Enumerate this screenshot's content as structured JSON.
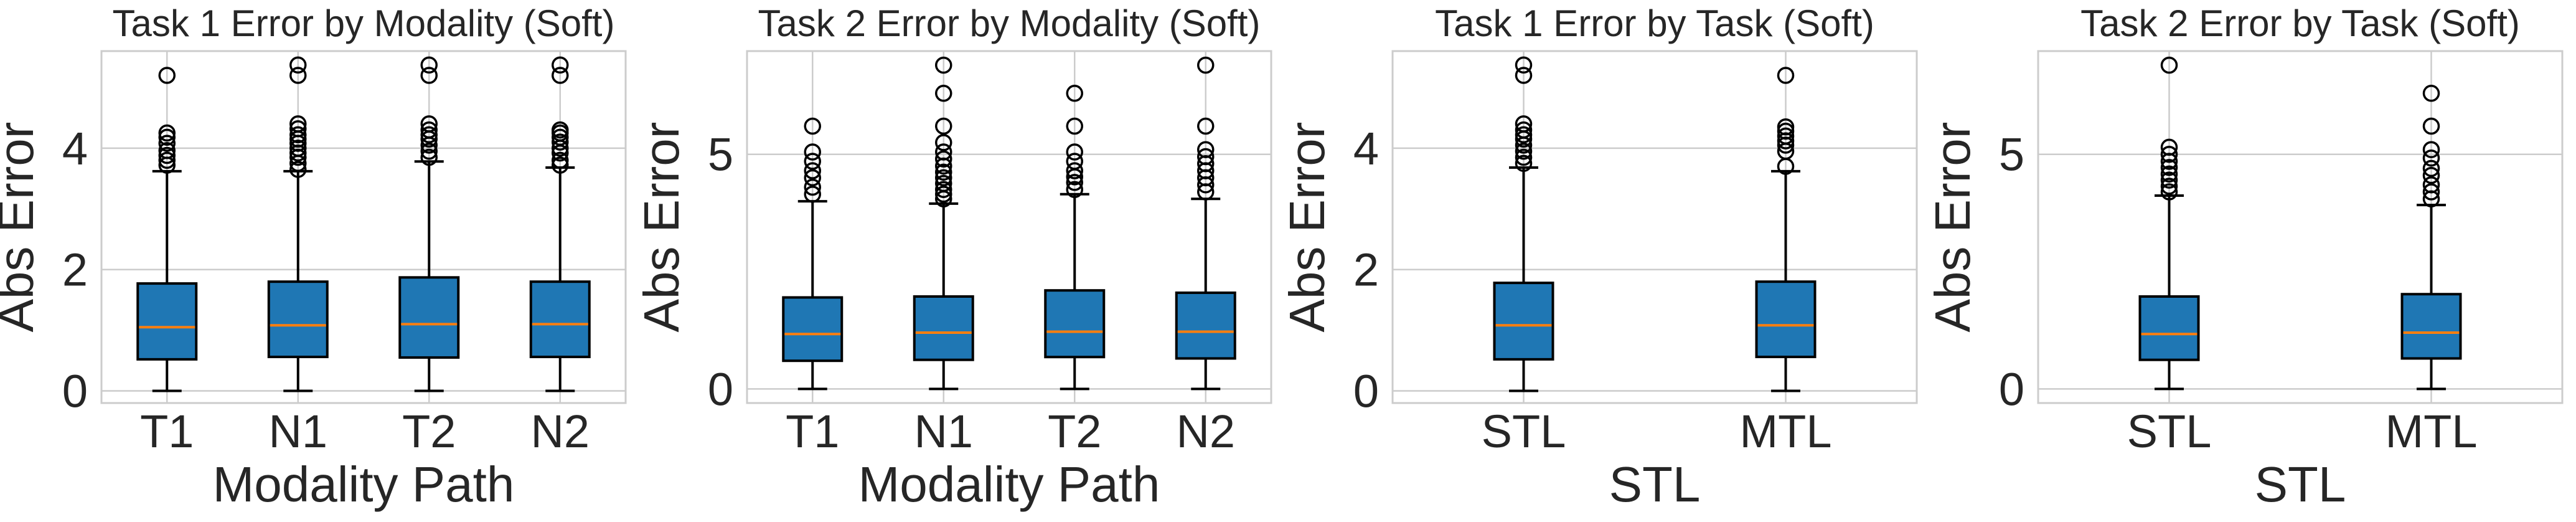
{
  "chart_data": [
    {
      "type": "box",
      "title": "Task 1 Error by Modality (Soft)",
      "xlabel": "Modality Path",
      "ylabel": "Abs Error",
      "ylim": [
        -0.2,
        5.6
      ],
      "yticks": [
        0,
        2,
        4
      ],
      "grid": true,
      "categories": [
        "T1",
        "N1",
        "T2",
        "N2"
      ],
      "boxes": [
        {
          "label": "T1",
          "whislo": 0.0,
          "q1": 0.52,
          "median": 1.05,
          "q3": 1.77,
          "whishi": 3.62,
          "fliers": [
            3.72,
            3.8,
            3.88,
            3.96,
            4.08,
            4.18,
            4.25,
            5.2
          ]
        },
        {
          "label": "N1",
          "whislo": 0.0,
          "q1": 0.56,
          "median": 1.08,
          "q3": 1.8,
          "whishi": 3.62,
          "fliers": [
            3.65,
            3.75,
            3.85,
            3.92,
            4.0,
            4.08,
            4.15,
            4.22,
            4.32,
            4.4,
            5.2,
            5.37
          ]
        },
        {
          "label": "T2",
          "whislo": 0.0,
          "q1": 0.55,
          "median": 1.1,
          "q3": 1.87,
          "whishi": 3.78,
          "fliers": [
            3.85,
            3.95,
            4.05,
            4.15,
            4.22,
            4.3,
            4.4,
            5.2,
            5.37
          ]
        },
        {
          "label": "N2",
          "whislo": 0.0,
          "q1": 0.56,
          "median": 1.1,
          "q3": 1.8,
          "whishi": 3.68,
          "fliers": [
            3.72,
            3.8,
            3.92,
            4.0,
            4.1,
            4.18,
            4.25,
            4.3,
            5.2,
            5.37
          ]
        }
      ]
    },
    {
      "type": "box",
      "title": "Task 2 Error by Modality (Soft)",
      "xlabel": "Modality Path",
      "ylabel": "Abs Error",
      "ylim": [
        -0.3,
        7.2
      ],
      "yticks": [
        0,
        5
      ],
      "grid": true,
      "categories": [
        "T1",
        "N1",
        "T2",
        "N2"
      ],
      "boxes": [
        {
          "label": "T1",
          "whislo": 0.0,
          "q1": 0.6,
          "median": 1.17,
          "q3": 1.95,
          "whishi": 4.0,
          "fliers": [
            4.15,
            4.3,
            4.5,
            4.65,
            4.85,
            5.05,
            5.6
          ]
        },
        {
          "label": "N1",
          "whislo": 0.0,
          "q1": 0.62,
          "median": 1.2,
          "q3": 1.97,
          "whishi": 3.95,
          "fliers": [
            4.05,
            4.15,
            4.25,
            4.38,
            4.5,
            4.62,
            4.75,
            4.9,
            5.05,
            5.25,
            5.6,
            6.3,
            6.9
          ]
        },
        {
          "label": "T2",
          "whislo": 0.0,
          "q1": 0.68,
          "median": 1.22,
          "q3": 2.1,
          "whishi": 4.15,
          "fliers": [
            4.25,
            4.4,
            4.52,
            4.65,
            4.85,
            5.05,
            5.6,
            6.3
          ]
        },
        {
          "label": "N2",
          "whislo": 0.0,
          "q1": 0.65,
          "median": 1.22,
          "q3": 2.05,
          "whishi": 4.05,
          "fliers": [
            4.2,
            4.35,
            4.5,
            4.65,
            4.8,
            4.95,
            5.1,
            5.6,
            6.9
          ]
        }
      ]
    },
    {
      "type": "box",
      "title": "Task 1 Error by Task (Soft)",
      "xlabel": "STL",
      "ylabel": "Abs Error",
      "ylim": [
        -0.2,
        5.6
      ],
      "yticks": [
        0,
        2,
        4
      ],
      "grid": true,
      "categories": [
        "STL",
        "MTL"
      ],
      "boxes": [
        {
          "label": "STL",
          "whislo": 0.0,
          "q1": 0.52,
          "median": 1.08,
          "q3": 1.78,
          "whishi": 3.68,
          "fliers": [
            3.75,
            3.85,
            3.95,
            4.05,
            4.15,
            4.22,
            4.3,
            4.4,
            5.2,
            5.37
          ]
        },
        {
          "label": "MTL",
          "whislo": 0.0,
          "q1": 0.56,
          "median": 1.08,
          "q3": 1.8,
          "whishi": 3.62,
          "fliers": [
            3.7,
            3.95,
            4.05,
            4.12,
            4.2,
            4.28,
            4.35,
            5.2
          ]
        }
      ]
    },
    {
      "type": "box",
      "title": "Task 2 Error by Task (Soft)",
      "xlabel": "STL",
      "ylabel": "Abs Error",
      "ylim": [
        -0.3,
        7.2
      ],
      "yticks": [
        0,
        5
      ],
      "grid": true,
      "categories": [
        "STL",
        "MTL"
      ],
      "boxes": [
        {
          "label": "STL",
          "whislo": 0.0,
          "q1": 0.62,
          "median": 1.17,
          "q3": 1.97,
          "whishi": 4.12,
          "fliers": [
            4.2,
            4.32,
            4.45,
            4.58,
            4.72,
            4.85,
            5.0,
            5.15,
            6.9
          ]
        },
        {
          "label": "MTL",
          "whislo": 0.0,
          "q1": 0.65,
          "median": 1.2,
          "q3": 2.02,
          "whishi": 3.92,
          "fliers": [
            4.05,
            4.2,
            4.35,
            4.55,
            4.7,
            4.92,
            5.1,
            5.6,
            6.3
          ]
        }
      ]
    }
  ],
  "style": {
    "box_fill": "#1f77b4",
    "median_color": "#ff7f0e",
    "line_color": "#000000",
    "grid_color": "#cccccc",
    "frame_color": "#cccccc",
    "text_color": "#262626"
  }
}
